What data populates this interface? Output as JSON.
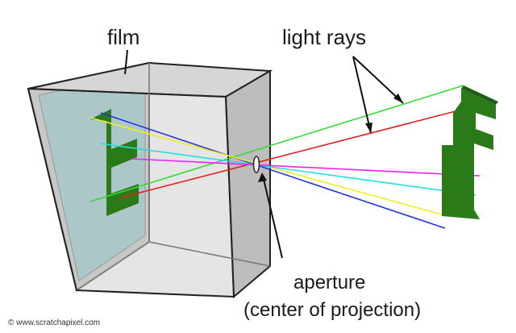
{
  "labels": {
    "film": "film",
    "light_rays": "light rays",
    "aperture_line1": "aperture",
    "aperture_line2": "(center of projection)",
    "copyright": "© www.scratchapixel.com"
  },
  "colors": {
    "film": "#7fbcbc",
    "box_back": "#c9c9c9",
    "box_top": "#d9d9d9",
    "box_side": "#b5b5b5",
    "letter": "#2a7a1a",
    "ray_green": "#33dd33",
    "ray_red": "#e02020",
    "ray_blue": "#2233dd",
    "ray_yellow": "#eeee22",
    "ray_cyan": "#22dddd",
    "ray_magenta": "#ee22ee"
  },
  "icons": {
    "aperture": "aperture-hole-icon"
  }
}
